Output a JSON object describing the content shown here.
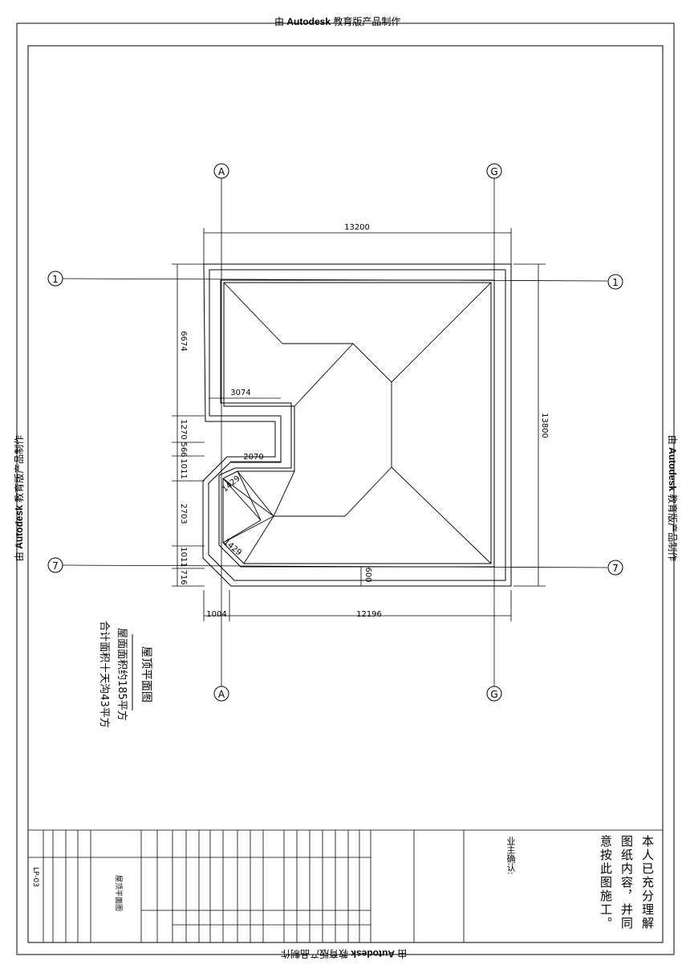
{
  "watermark": {
    "prefix": "由",
    "brand": "Autodesk",
    "suffix": "教育版产品制作"
  },
  "grid_labels": {
    "col_a": "A",
    "col_g": "G",
    "row_1": "1",
    "row_7": "7"
  },
  "dimensions": {
    "overall_width": "13200",
    "overall_height": "13800",
    "left_6674": "6674",
    "left_1270": "1270",
    "left_566": "566",
    "left_1011a": "1011",
    "left_2703": "2703",
    "left_1011b": "1011",
    "left_716": "716",
    "bottom_1004": "1004",
    "bottom_12196": "12196",
    "inner_3074": "3074",
    "inner_2070": "2070",
    "diag_1429a": "1429",
    "diag_1429b": "1429",
    "eave_600": "600"
  },
  "drawing_title": "屋顶平面图",
  "notes": {
    "line1": "屋面面积约185平方",
    "line2": "合计面积十天沟43平方"
  },
  "title_block": {
    "drawing_number": "LP-03",
    "drawing_name": "屋顶平面图",
    "owner_confirm_text": "本人已充分理解图纸内容，并同意按此图施工。",
    "owner_sign_label": "业主确认:"
  }
}
